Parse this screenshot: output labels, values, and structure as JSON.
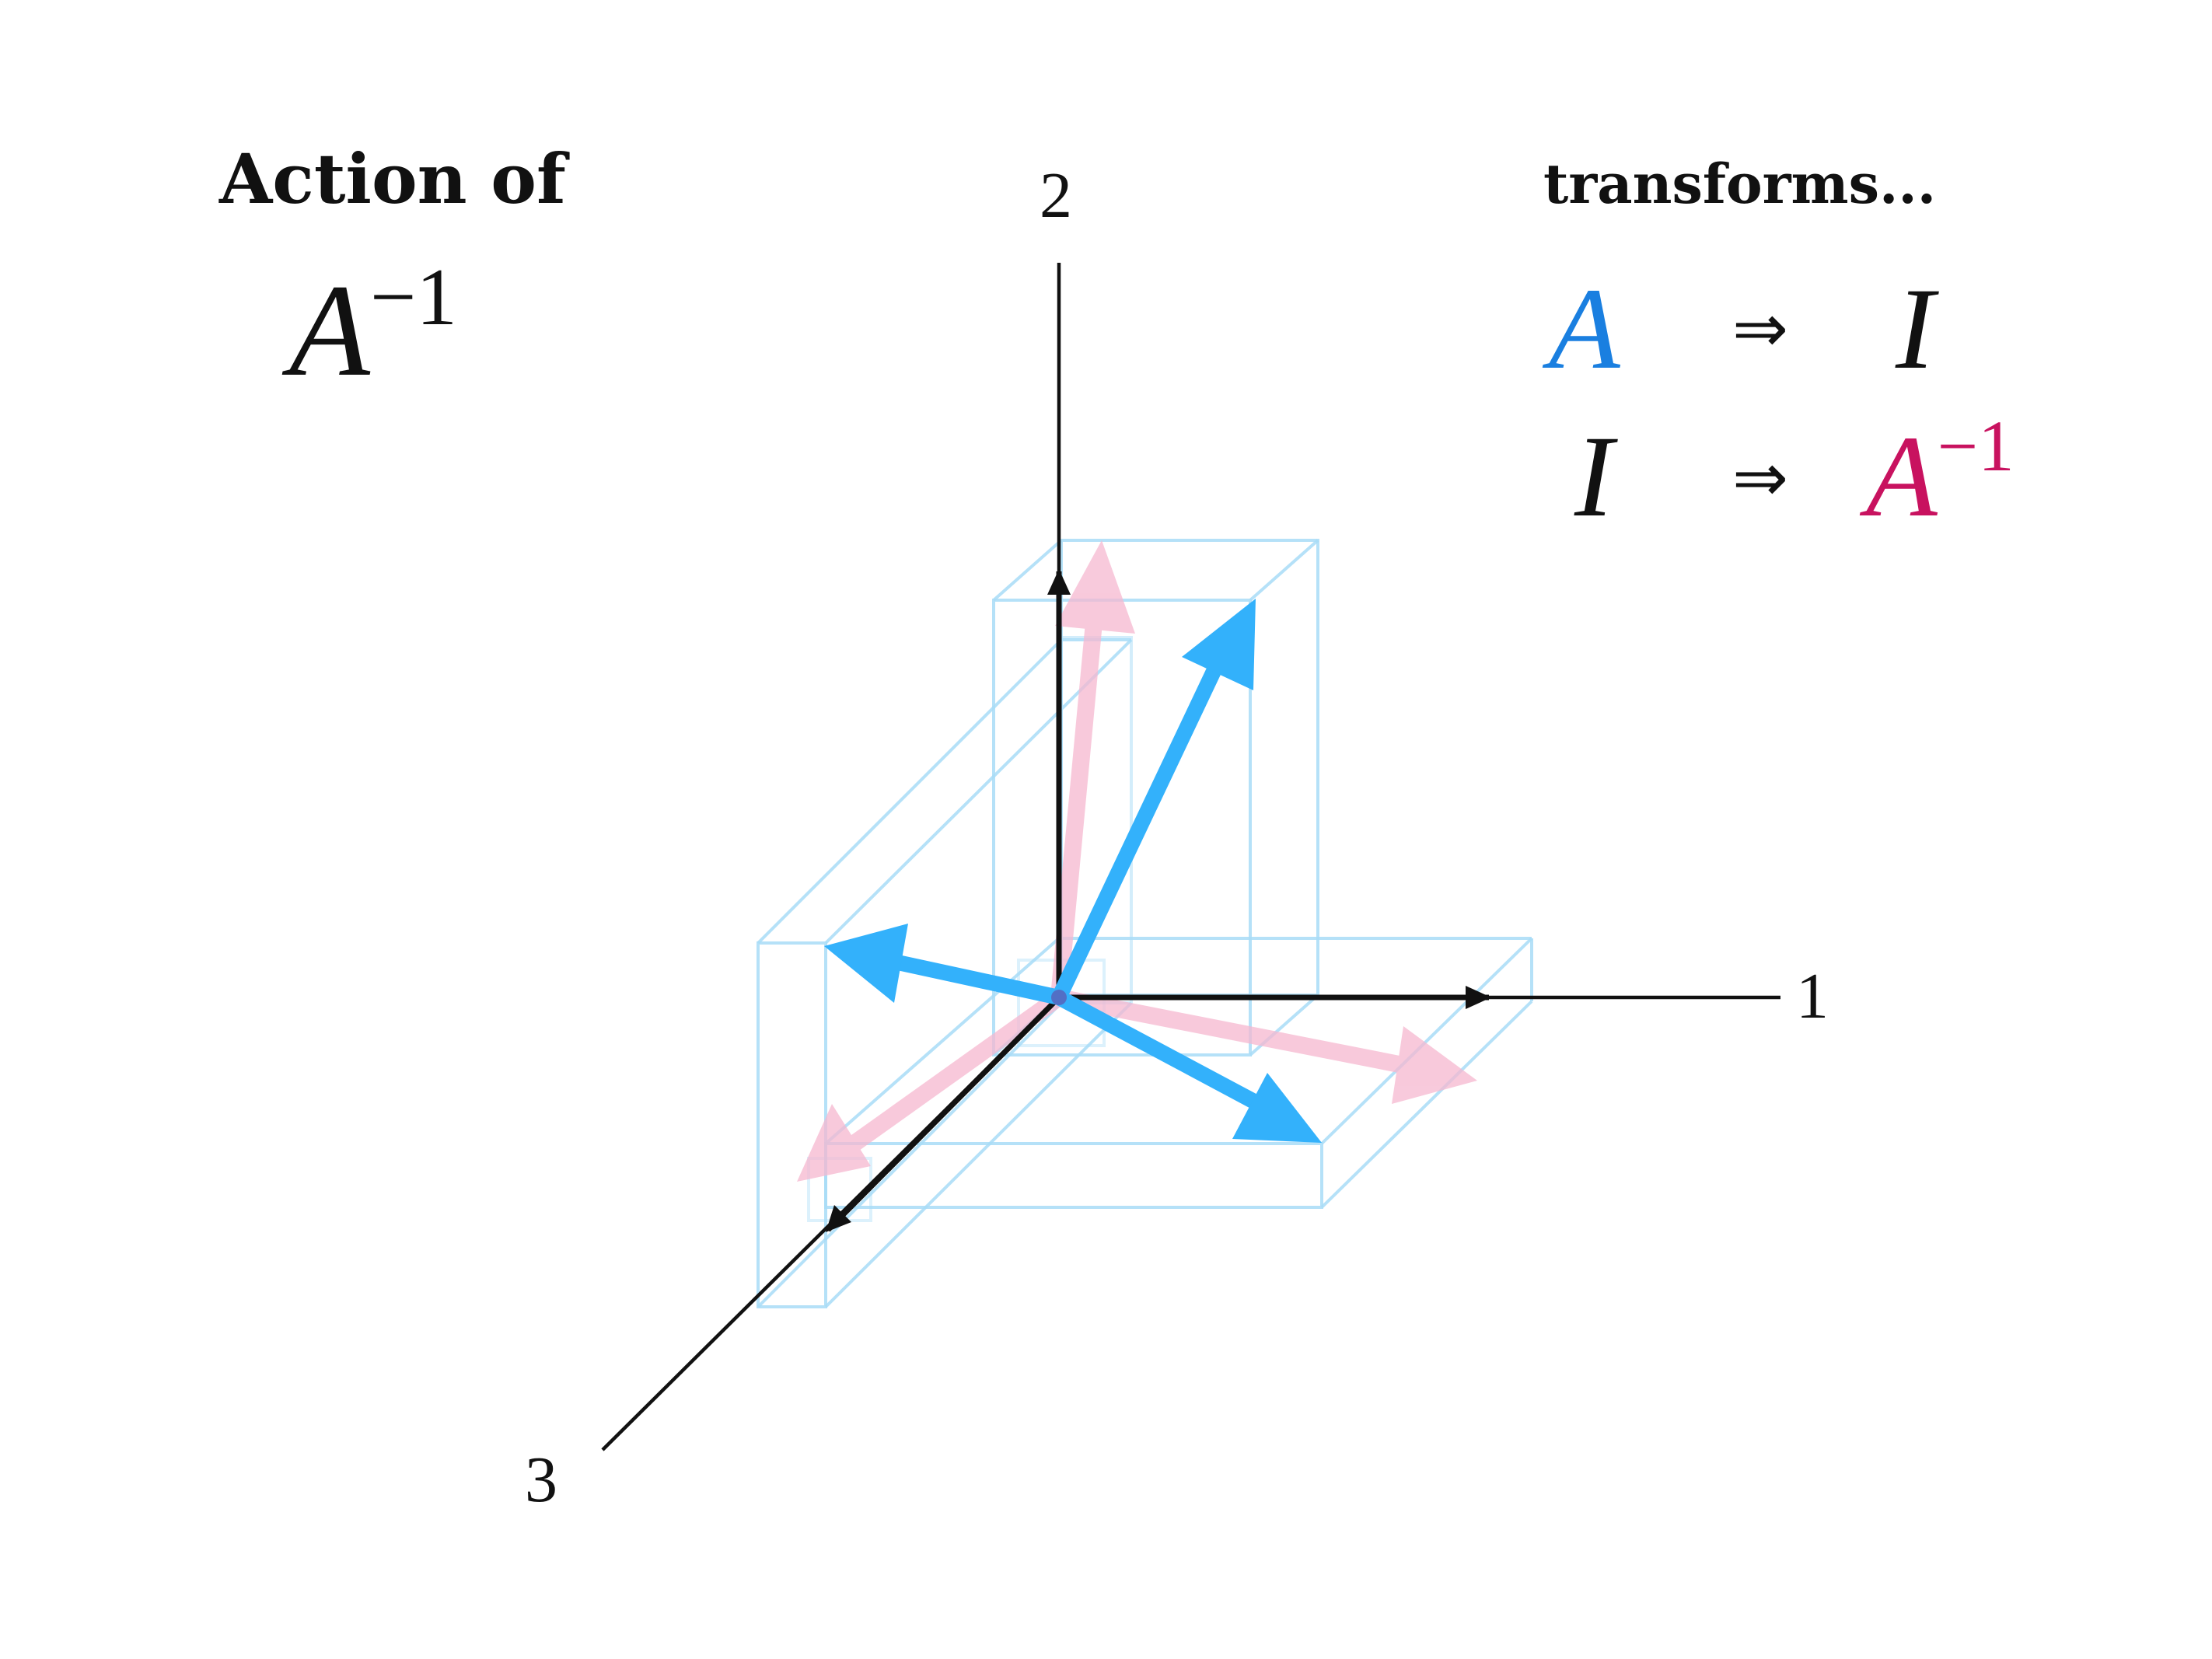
{
  "title_line1": "Action of",
  "title_matrix": "A",
  "title_exponent": "−1",
  "legend": {
    "heading": "transforms...",
    "row1": {
      "left": "A",
      "arrow": "⇒",
      "right": "I"
    },
    "row2": {
      "left": "I",
      "arrow": "⇒",
      "right": "A",
      "right_exponent": "−1"
    }
  },
  "axes": {
    "x_label": "1",
    "y_label": "2",
    "z_label": "3"
  },
  "colors": {
    "matrix_A": "#1a7fe0",
    "matrix_A_inverse": "#c8125f",
    "blue_vectors": "#33b1fb",
    "pink_vectors": "#f6b8d0",
    "box_edges": "#a8dcf7",
    "axes": "#111111"
  }
}
